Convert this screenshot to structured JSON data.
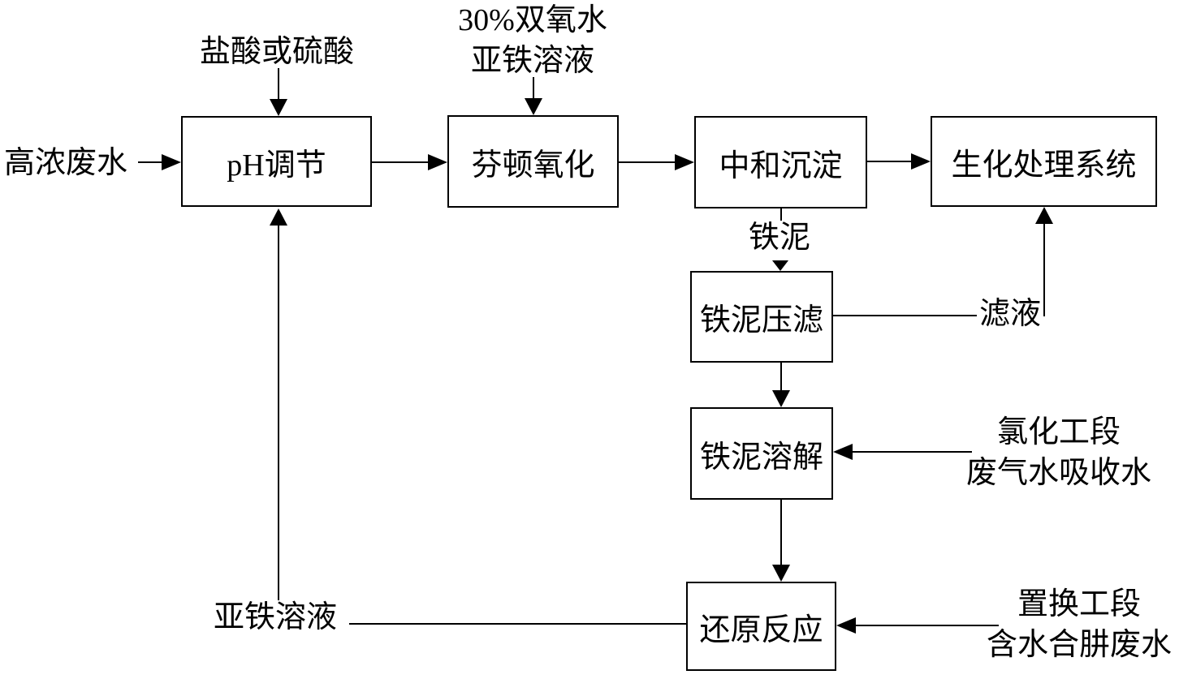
{
  "nodes": {
    "ph": {
      "label": "pH调节"
    },
    "fenton": {
      "label": "芬顿氧化"
    },
    "neutralize": {
      "label": "中和沉淀"
    },
    "bio": {
      "label": "生化处理系统"
    },
    "filter": {
      "label": "铁泥压滤"
    },
    "dissolve": {
      "label": "铁泥溶解"
    },
    "reduce": {
      "label": "还原反应"
    }
  },
  "labels": {
    "feed": "高浓废水",
    "acid": "盐酸或硫酸",
    "peroxide1": "30%双氧水",
    "peroxide2": "亚铁溶液",
    "ironmud": "铁泥",
    "filtrate": "滤液",
    "chlor1": "氯化工段",
    "chlor2": "废气水吸收水",
    "replace1": "置换工段",
    "replace2": "含水合肼废水",
    "ferrous": "亚铁溶液"
  },
  "colors": {
    "line": "#000000",
    "text": "#000000",
    "box_fill": "#ffffff",
    "background": "#ffffff"
  }
}
